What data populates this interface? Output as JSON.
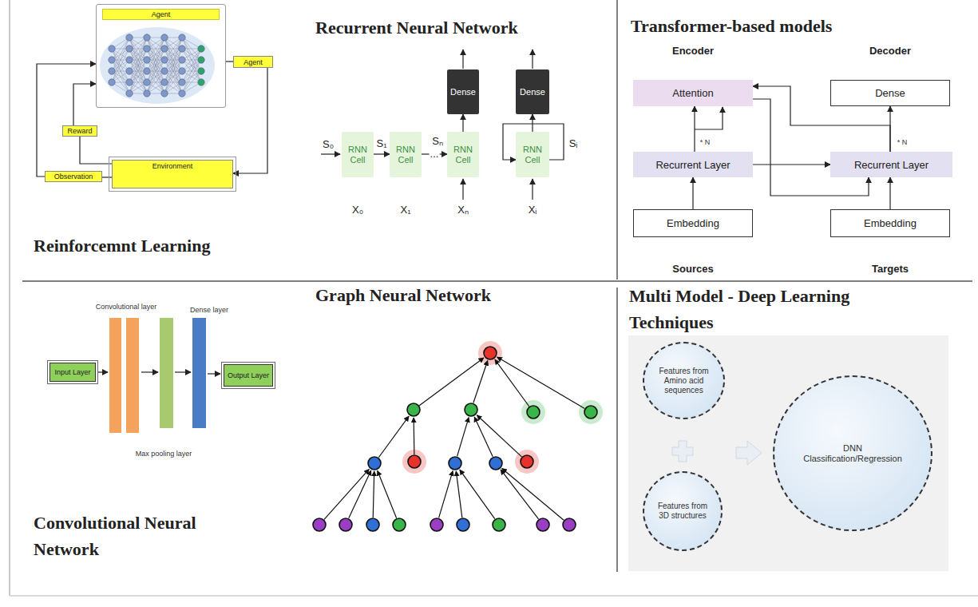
{
  "diagram": {
    "nodes": [
      {
        "text": [
          "Agent"
        ]
      },
      {
        "text": [
          "Agent"
        ]
      },
      {
        "text": [
          "Reward"
        ]
      },
      {
        "text": [
          "Observation"
        ]
      },
      {
        "text": [
          "Environment"
        ]
      },
      {
        "text": [
          "Dense"
        ]
      },
      {
        "text": [
          "Dense"
        ]
      },
      {
        "text": [
          "RNN Cell"
        ]
      },
      {
        "text": [
          "RNN Cell"
        ]
      },
      {
        "text": [
          "RNN Cell"
        ]
      },
      {
        "text": [
          "RNN Cell"
        ]
      },
      {
        "text": [
          "Attention"
        ]
      },
      {
        "text": [
          "Dense"
        ]
      },
      {
        "text": [
          "Recurrent Layer"
        ]
      },
      {
        "text": [
          "Recurrent Layer"
        ]
      },
      {
        "text": [
          "Embedding"
        ]
      },
      {
        "text": [
          "Embedding"
        ]
      },
      {
        "text": [
          "Input Layer"
        ]
      },
      {
        "text": [
          "Output Layer"
        ]
      },
      {
        "text": [
          "Features from Amino acid sequences"
        ]
      },
      {
        "text": [
          "Features from 3D structures"
        ]
      },
      {
        "text": [
          "DNN Classification/Regression"
        ]
      }
    ],
    "edges": [
      {
        "from": 1,
        "to": 4,
        "arrow": "to"
      },
      {
        "from": 0,
        "to": 1,
        "arrow": "none"
      },
      {
        "from": 4,
        "to": 2,
        "arrow": "none"
      },
      {
        "from": 4,
        "to": 3,
        "arrow": "none"
      },
      {
        "from": 2,
        "to": 0,
        "arrow": "to"
      },
      {
        "from": 3,
        "to": 0,
        "arrow": "to"
      },
      {
        "from": 7,
        "to": 8,
        "label": "S₁",
        "arrow": "to"
      },
      {
        "from": 8,
        "to": 9,
        "label": "...",
        "arrow": "to"
      },
      {
        "from": 9,
        "to": 5,
        "arrow": "to"
      },
      {
        "from": 10,
        "to": 6,
        "arrow": "to"
      },
      {
        "from": 10,
        "to": 10,
        "label": "Sᵢ",
        "arrow": "to"
      },
      {
        "from": 15,
        "to": 13,
        "arrow": "to"
      },
      {
        "from": 13,
        "to": 11,
        "arrow": "to"
      },
      {
        "from": 13,
        "to": 14,
        "arrow": "to"
      },
      {
        "from": 16,
        "to": 14,
        "arrow": "to"
      },
      {
        "from": 14,
        "to": 12,
        "arrow": "to"
      },
      {
        "from": 14,
        "to": 11,
        "arrow": "to"
      },
      {
        "from": 11,
        "to": 14,
        "arrow": "to"
      }
    ],
    "labels": [
      "Reinforcemnt Learning",
      "Recurrent Neural Network",
      "S₀",
      "Sₙ",
      "X₀",
      "X₁",
      "Xₙ",
      "Xᵢ",
      "Transformer-based models",
      "Encoder",
      "Decoder",
      "* N",
      "* N",
      "Sources",
      "Targets",
      "Convolutional layer",
      "Dense layer",
      "Max pooling layer",
      "Convolutional Neural Network",
      "Graph Neural Network",
      "Multi Model - Deep Learning Techniques"
    ]
  }
}
